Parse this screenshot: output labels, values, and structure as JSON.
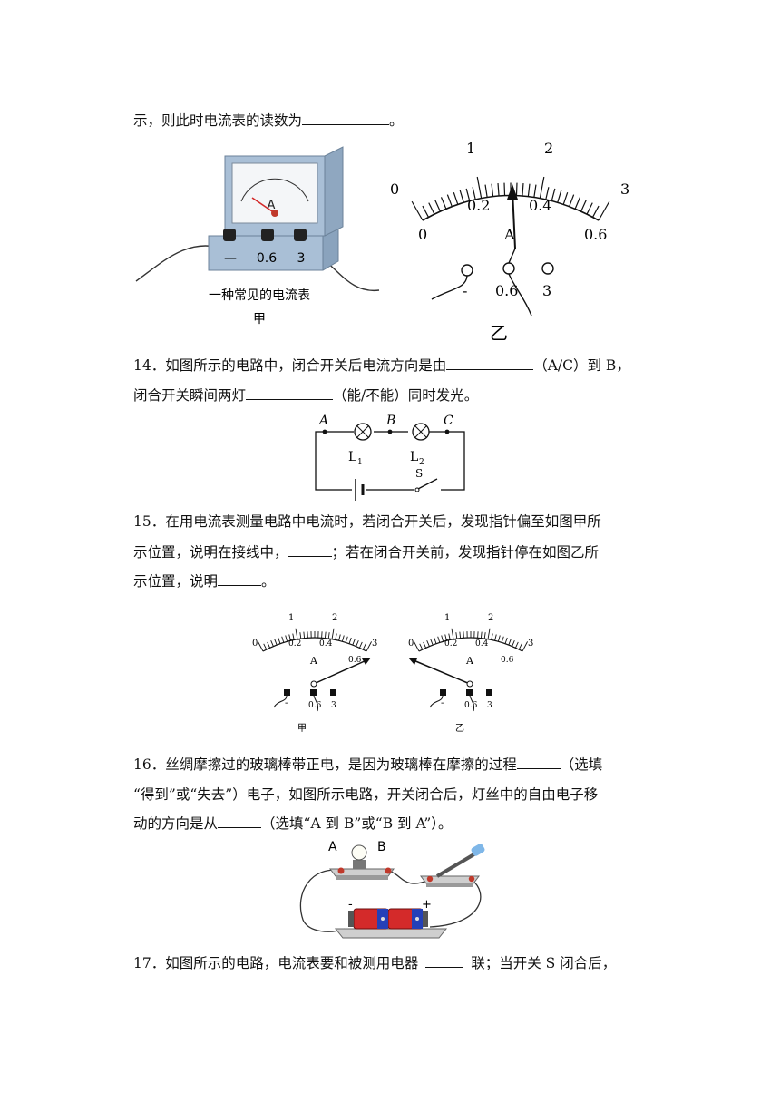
{
  "q13": {
    "line_end_pre": "示，则此时电流表的读数为",
    "line_end_post": "。",
    "fig_jia": {
      "meter_letter": "A",
      "terminals": [
        "—",
        "0.6",
        "3"
      ],
      "caption": "一种常见的电流表",
      "label": "甲"
    },
    "fig_yi": {
      "upper_scale": [
        "0",
        "1",
        "2",
        "3"
      ],
      "lower_scale": [
        "0",
        "0.2",
        "0.4",
        "0.6"
      ],
      "unit": "A",
      "terminals": [
        "-",
        "0.6",
        "3"
      ],
      "label": "乙"
    }
  },
  "q14": {
    "line1_pre": "14．如图所示的电路中，闭合开关后电流方向是由",
    "line1_post": "（A/C）到 B，",
    "line2_pre": "闭合开关瞬间两灯",
    "line2_post": "（能/不能）同时发光。",
    "circuit": {
      "points": [
        "A",
        "B",
        "C"
      ],
      "lamp1": "L",
      "lamp1_sub": "1",
      "lamp2": "L",
      "lamp2_sub": "2",
      "switch": "S"
    }
  },
  "q15": {
    "line1": "15．在用电流表测量电路中电流时，若闭合开关后，发现指针偏至如图甲所",
    "line2_pre": "示位置，说明在接线中，",
    "line2_post": "；若在闭合开关前，发现指针停在如图乙所",
    "line3_pre": "示位置，说明",
    "line3_post": "。",
    "meters": {
      "upper_scale": [
        "0",
        "1",
        "2",
        "3"
      ],
      "lower_scale": [
        "0.2",
        "0.4",
        "0.6"
      ],
      "unit": "A",
      "terminals": [
        "-",
        "0.6",
        "3"
      ],
      "left_label": "甲",
      "right_label": "乙"
    }
  },
  "q16": {
    "line1_pre": "16．丝绸摩擦过的玻璃棒带正电，是因为玻璃棒在摩擦的过程",
    "line1_post": "（选填",
    "line2": "“得到”或“失去”）电子，如图所示电路，开关闭合后，灯丝中的自由电子移",
    "line3_pre": "动的方向是从",
    "line3_post": "（选填“A 到 B”或“B 到 A”）。",
    "fig": {
      "lamp_left": "A",
      "lamp_right": "B",
      "neg": "-",
      "pos": "+"
    }
  },
  "q17": {
    "line1_pre": "17．如图所示的电路，电流表要和被测用电器",
    "line1_post": "联；当开关 S 闭合后，"
  },
  "colors": {
    "meter_body": "#9fb3c8",
    "meter_face": "#f4f6f8",
    "battery_red": "#d42a2a",
    "battery_blue": "#2440b8",
    "switch_handle": "#7fb7e8"
  }
}
